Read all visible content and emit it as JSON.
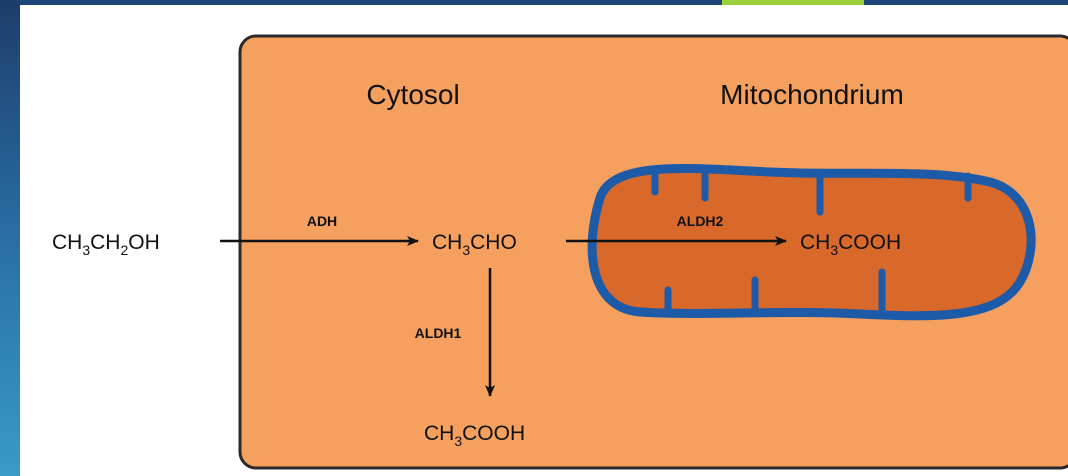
{
  "regions": {
    "cytosol": "Cytosol",
    "mitochondrion": "Mitochondrium"
  },
  "compounds": {
    "ethanol": {
      "parts": [
        "CH",
        "3",
        "CH",
        "2",
        "OH"
      ]
    },
    "acetaldehyde": {
      "parts": [
        "CH",
        "3",
        "CHO"
      ]
    },
    "acetate_mito": {
      "parts": [
        "CH",
        "3",
        "COOH"
      ]
    },
    "acetate_cyto": {
      "parts": [
        "CH",
        "3",
        "COOH"
      ]
    }
  },
  "enzymes": {
    "adh": "ADH",
    "aldh1": "ALDH1",
    "aldh2": "ALDH2"
  },
  "colors": {
    "cytosol_fill": "#f5a05e",
    "matrix_fill": "#d8692a",
    "membrane": "#1d5aa8",
    "arrow": "#111111"
  }
}
